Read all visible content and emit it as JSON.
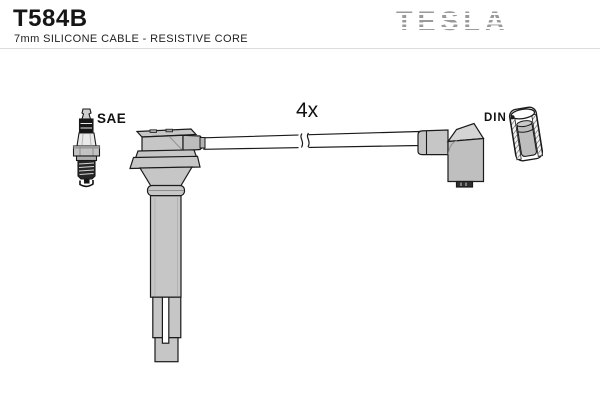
{
  "header": {
    "part_number": "T584B",
    "subtitle": "7mm SILICONE CABLE - RESISTIVE CORE",
    "brand_logo": "TESLA"
  },
  "diagram": {
    "quantity": "4x",
    "sae_label": "SAE",
    "din_label": "DIN"
  },
  "colors": {
    "background": "#ffffff",
    "outline": "#1a1a1a",
    "fill_light_gray": "#c6c6c6",
    "fill_dark": "#262626",
    "logo_gray": "#9a9a9a",
    "divider_gray": "#dcdcdc"
  }
}
